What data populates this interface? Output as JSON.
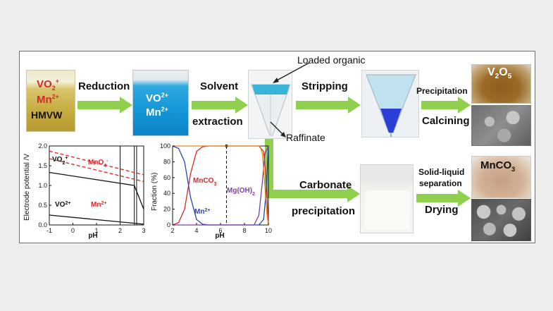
{
  "colors": {
    "arrow": "#8fd14f",
    "red_label": "#d42a2a",
    "blue_species": "#2c45b5",
    "violet_species": "#7f3fa0",
    "orange_curve": "#e08a1e"
  },
  "steps": {
    "reduction": "Reduction",
    "solvent": "Solvent",
    "extraction": "extraction",
    "stripping": "Stripping",
    "precipitation": "Precipitation",
    "calcining": "Calcining",
    "carbonate": "Carbonate",
    "carb_precipitation": "precipitation",
    "solid_liquid_1": "Solid-liquid",
    "solid_liquid_2": "separation",
    "drying": "Drying"
  },
  "beaker1": {
    "species1": "VO",
    "species1_sub": "2",
    "species1_sup": "+",
    "species2": "Mn",
    "species2_sup": "2+",
    "name": "HMVW"
  },
  "beaker2": {
    "species1": "VO",
    "species1_sup": "2+",
    "species2": "Mn",
    "species2_sup": "2+"
  },
  "labels": {
    "loaded_organic": "Loaded  organic",
    "raffinate": "Raffinate"
  },
  "products": {
    "v2o5_main": "V",
    "v2o5_sub1": "2",
    "v2o5_mid": "O",
    "v2o5_sub2": "5",
    "mnco3": "MnCO",
    "mnco3_sub": "3"
  },
  "chart_data": [
    {
      "type": "line",
      "title": "",
      "xlabel": "pH",
      "ylabel": "Electrode potential /V",
      "xlim": [
        -1,
        3
      ],
      "ylim": [
        0.0,
        2.0
      ],
      "x_ticks": [
        "-1",
        "0",
        "1",
        "2",
        "3"
      ],
      "y_ticks": [
        "0.0",
        "0.5",
        "1.0",
        "1.5",
        "2.0"
      ],
      "region_labels": {
        "vo2_plus": "VO",
        "vo2_plus_sub": "2",
        "vo2_plus_sup": "+",
        "mno4": "MnO",
        "mno4_sub": "4",
        "mno4_sup": "-",
        "vo2plus": "VO",
        "vo2plus_sup": "2+",
        "mn2": "Mn",
        "mn2_sup": "2+"
      },
      "series": [
        {
          "style": "solid",
          "x": [
            -1,
            2.6,
            3
          ],
          "y": [
            1.33,
            1.0,
            0.4
          ]
        },
        {
          "style": "solid",
          "x": [
            -1,
            3
          ],
          "y": [
            0.25,
            0.02
          ]
        },
        {
          "style": "dashed",
          "x": [
            -1,
            3
          ],
          "y": [
            1.87,
            1.27
          ]
        },
        {
          "style": "dashed",
          "x": [
            -1,
            3
          ],
          "y": [
            1.68,
            1.1
          ]
        }
      ],
      "vertical_lines": [
        2,
        2.6,
        2.7
      ]
    },
    {
      "type": "line",
      "title": "",
      "xlabel": "pH",
      "ylabel": "Fraction (%)",
      "xlim": [
        2,
        10
      ],
      "ylim": [
        0,
        100
      ],
      "x_ticks": [
        "2",
        "4",
        "6",
        "8",
        "10"
      ],
      "y_ticks": [
        "0",
        "20",
        "40",
        "60",
        "80",
        "100"
      ],
      "series_labels": {
        "mnco3": "MnCO",
        "mnco3_sub": "3",
        "mn2": "Mn",
        "mn2_sup": "2+",
        "mgoh2": "Mg(OH)",
        "mgoh2_sub": "2"
      },
      "dashed_marker_x": 6.5,
      "series": [
        {
          "color": "#d42a2a",
          "x": [
            2,
            2.5,
            3,
            3.5,
            4,
            4.5,
            5,
            6.5,
            9.2,
            9.6,
            9.8,
            10
          ],
          "y": [
            0,
            3,
            20,
            65,
            93,
            99,
            100,
            100,
            100,
            93,
            60,
            0
          ]
        },
        {
          "color": "#2c45b5",
          "x": [
            2,
            2.5,
            3,
            3.5,
            4,
            4.5,
            5,
            6.5,
            9.2,
            9.6,
            9.8,
            10
          ],
          "y": [
            100,
            97,
            80,
            35,
            7,
            1,
            0,
            0,
            0,
            7,
            40,
            100
          ]
        },
        {
          "color": "#7f3fa0",
          "x": [
            2,
            8.8,
            9.2,
            9.5,
            9.7,
            10
          ],
          "y": [
            0,
            0,
            12,
            55,
            90,
            100
          ]
        },
        {
          "color": "#e08a1e",
          "x": [
            2,
            9.3,
            9.5,
            9.7,
            9.9,
            10
          ],
          "y": [
            100,
            100,
            90,
            50,
            10,
            0
          ]
        }
      ]
    }
  ]
}
